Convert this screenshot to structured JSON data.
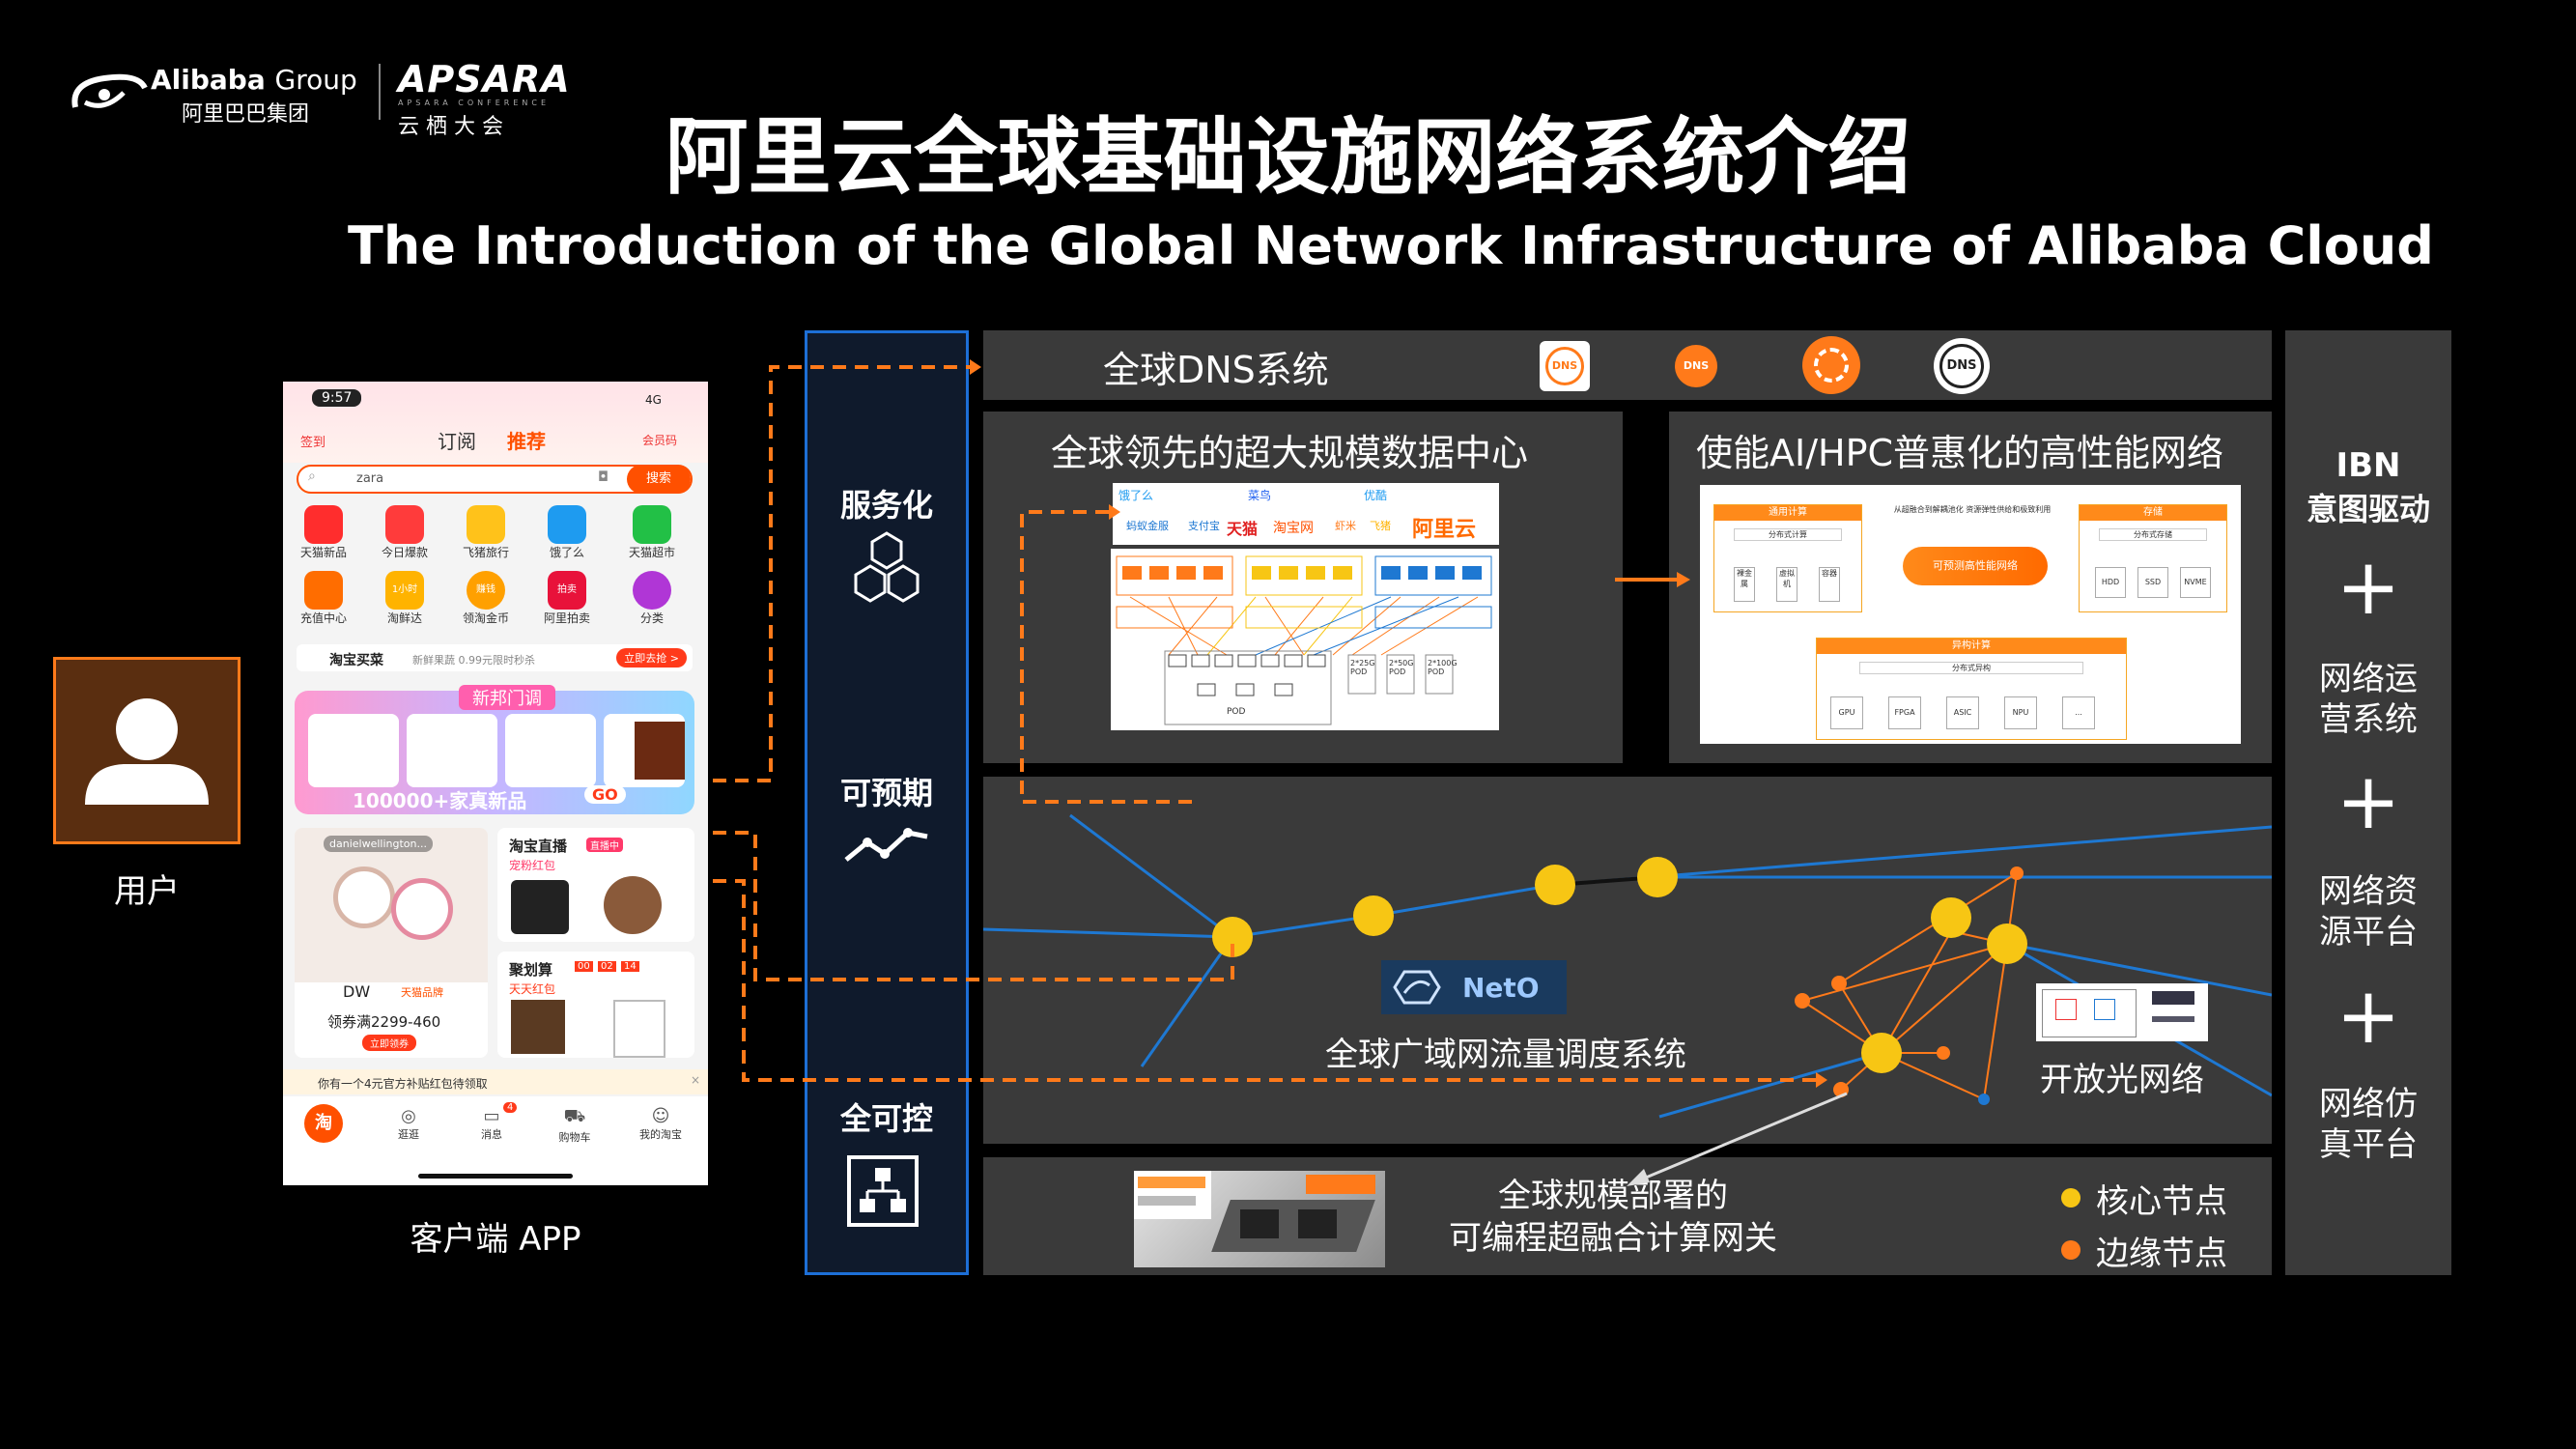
{
  "brand": {
    "alibaba_en": "Alibaba",
    "group": "Group",
    "alibaba_cn": "阿里巴巴集团",
    "apsara": "APSARA",
    "apsara_sub": "APSARA CONFERENCE",
    "apsara_cn": "云 栖 大 会"
  },
  "title": {
    "cn": "阿里云全球基础设施网络系统介绍",
    "en": "The Introduction of the Global Network Infrastructure of Alibaba Cloud"
  },
  "user": {
    "label": "用户"
  },
  "phone": {
    "caption": "客户端 APP",
    "time": "9:57",
    "network": "4G",
    "sign_in": "签到",
    "tab_subscribe": "订阅",
    "tab_recommend": "推荐",
    "member_code": "会员码",
    "search_value": "zara",
    "search_button": "搜索",
    "icons_row1": [
      "天猫新品",
      "今日爆款",
      "飞猪旅行",
      "饿了么",
      "天猫超市"
    ],
    "icons_row2": [
      "充值中心",
      "淘鲜达",
      "领淘金币",
      "阿里拍卖",
      "分类"
    ],
    "badge_1h": "1小时",
    "badge_earn": "赚钱",
    "badge_auction": "拍卖",
    "promo_title": "淘宝买菜",
    "promo_text": "新鲜果蔬 0.99元限时秒杀",
    "promo_btn": "立即去抢 >",
    "banner_title": "新邦门调",
    "banner_text": "100000+家真新品",
    "banner_go": "GO",
    "live_user": "danielwellington...",
    "live_title": "淘宝直播",
    "live_tag": "直播中",
    "live_sub": "宠粉红包",
    "dw_brand": "DW",
    "dw_shop": "天猫品牌",
    "coupon": "领券满2299-460",
    "coupon_btn": "立即领券",
    "juhuasuan": "聚划算",
    "jhs_timer": [
      "00",
      "02",
      "14"
    ],
    "jhs_sub": "天天红包",
    "notice": "你有一个4元官方补贴红包待领取",
    "nav": [
      "淘",
      "逛逛",
      "消息",
      "购物车",
      "我的淘宝"
    ],
    "nav_badge": "4"
  },
  "pillars": [
    {
      "label": "服务化"
    },
    {
      "label": "可预期"
    },
    {
      "label": "全可控"
    }
  ],
  "dns": {
    "title": "全球DNS系统",
    "icon_labels": [
      "DNS",
      "DNS",
      "",
      "DNS"
    ]
  },
  "datacenter": {
    "title": "全球领先的超大规模数据中心",
    "logos": [
      "饿了么",
      "菜鸟",
      "优酷",
      "蚂蚁金服",
      "支付宝",
      "天猫",
      "淘宝网",
      "虾米",
      "飞猪",
      "阿里云"
    ],
    "pods": [
      "2*25G POD",
      "2*50G POD",
      "2*100G POD"
    ],
    "pod_label": "POD"
  },
  "hpc": {
    "title": "使能AI/HPC普惠化的高性能网络",
    "general_compute": "通用计算",
    "distributed_compute": "分布式计算",
    "general_items": [
      "裸金属",
      "虚拟机",
      "容器"
    ],
    "storage": "存储",
    "distributed_storage": "分布式存储",
    "storage_items": [
      "HDD",
      "SSD",
      "NVME"
    ],
    "center_text": "从超融合到解耦池化 资源弹性供给和极致利用",
    "center_pill": "可预测高性能网络",
    "hetero": "异构计算",
    "hetero_sub": "分布式异构",
    "hetero_items": [
      "GPU",
      "FPGA",
      "ASIC",
      "NPU",
      "..."
    ]
  },
  "wan": {
    "neto": "NetO",
    "label": "全球广域网流量调度系统",
    "open_optical": "开放光网络"
  },
  "gateway": {
    "label": "全球规模部署的\n可编程超融合计算网关"
  },
  "legend": {
    "core": "核心节点",
    "edge": "边缘节点",
    "core_color": "#f7c614",
    "edge_color": "#ff7a1a"
  },
  "right": {
    "ibn": "IBN",
    "ibn_sub": "意图驱动",
    "items": [
      "网络运\n营系统",
      "网络资\n源平台",
      "网络仿\n真平台"
    ],
    "plus": "+"
  },
  "colors": {
    "accent": "#ff7a1a",
    "pillar_border": "#1d6fd6",
    "pillar_bg": "#0f1a2c",
    "panel": "#3a3a3a",
    "link_blue": "#1e78d2"
  }
}
